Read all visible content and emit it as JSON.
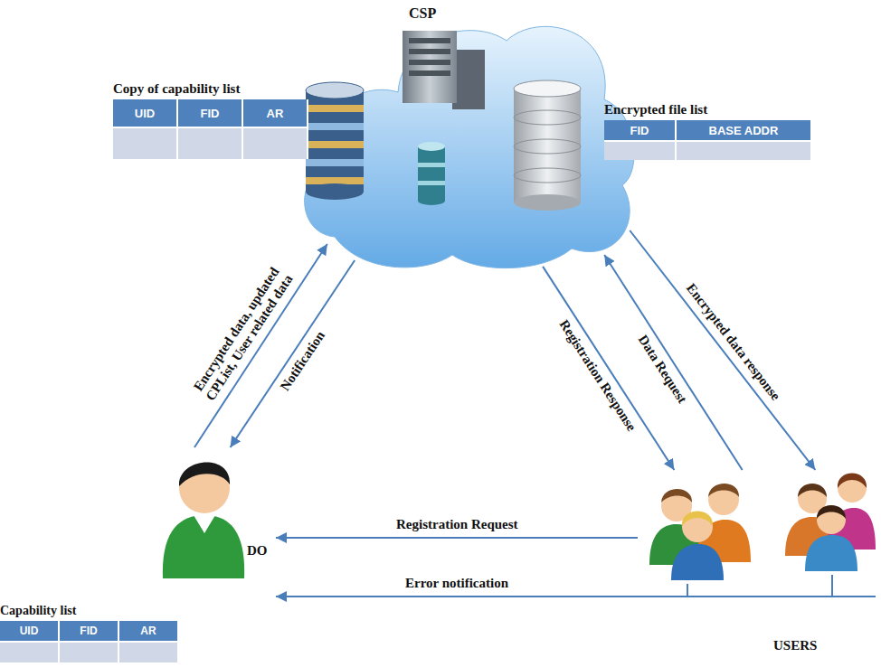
{
  "diagram": {
    "nodes": [
      {
        "text": [
          "CSP"
        ]
      },
      {
        "text": [
          "Copy of capability list",
          "UID",
          "FID",
          "AR"
        ]
      },
      {
        "text": [
          "Encrypted file list",
          "FID",
          "BASE ADDR"
        ]
      },
      {
        "text": [
          "DO"
        ]
      },
      {
        "text": [
          "USERS"
        ]
      },
      {
        "text": [
          "Capability list",
          "UID",
          "FID",
          "AR"
        ]
      }
    ],
    "edges": [
      {
        "from": 3,
        "to": 0,
        "arrow": "to",
        "label": "Encrypted data, updated CPList, User related data"
      },
      {
        "from": 0,
        "to": 3,
        "arrow": "to",
        "label": "Notification"
      },
      {
        "from": 0,
        "to": 4,
        "arrow": "to",
        "label": "Registration Response"
      },
      {
        "from": 4,
        "to": 0,
        "arrow": "to",
        "label": "Data Request"
      },
      {
        "from": 0,
        "to": 4,
        "arrow": "to",
        "label": "Encrypted data response"
      },
      {
        "from": 4,
        "to": 3,
        "arrow": "to",
        "label": "Registration Request"
      },
      {
        "from": 4,
        "to": 3,
        "arrow": "to",
        "label": "Error notification"
      }
    ]
  }
}
